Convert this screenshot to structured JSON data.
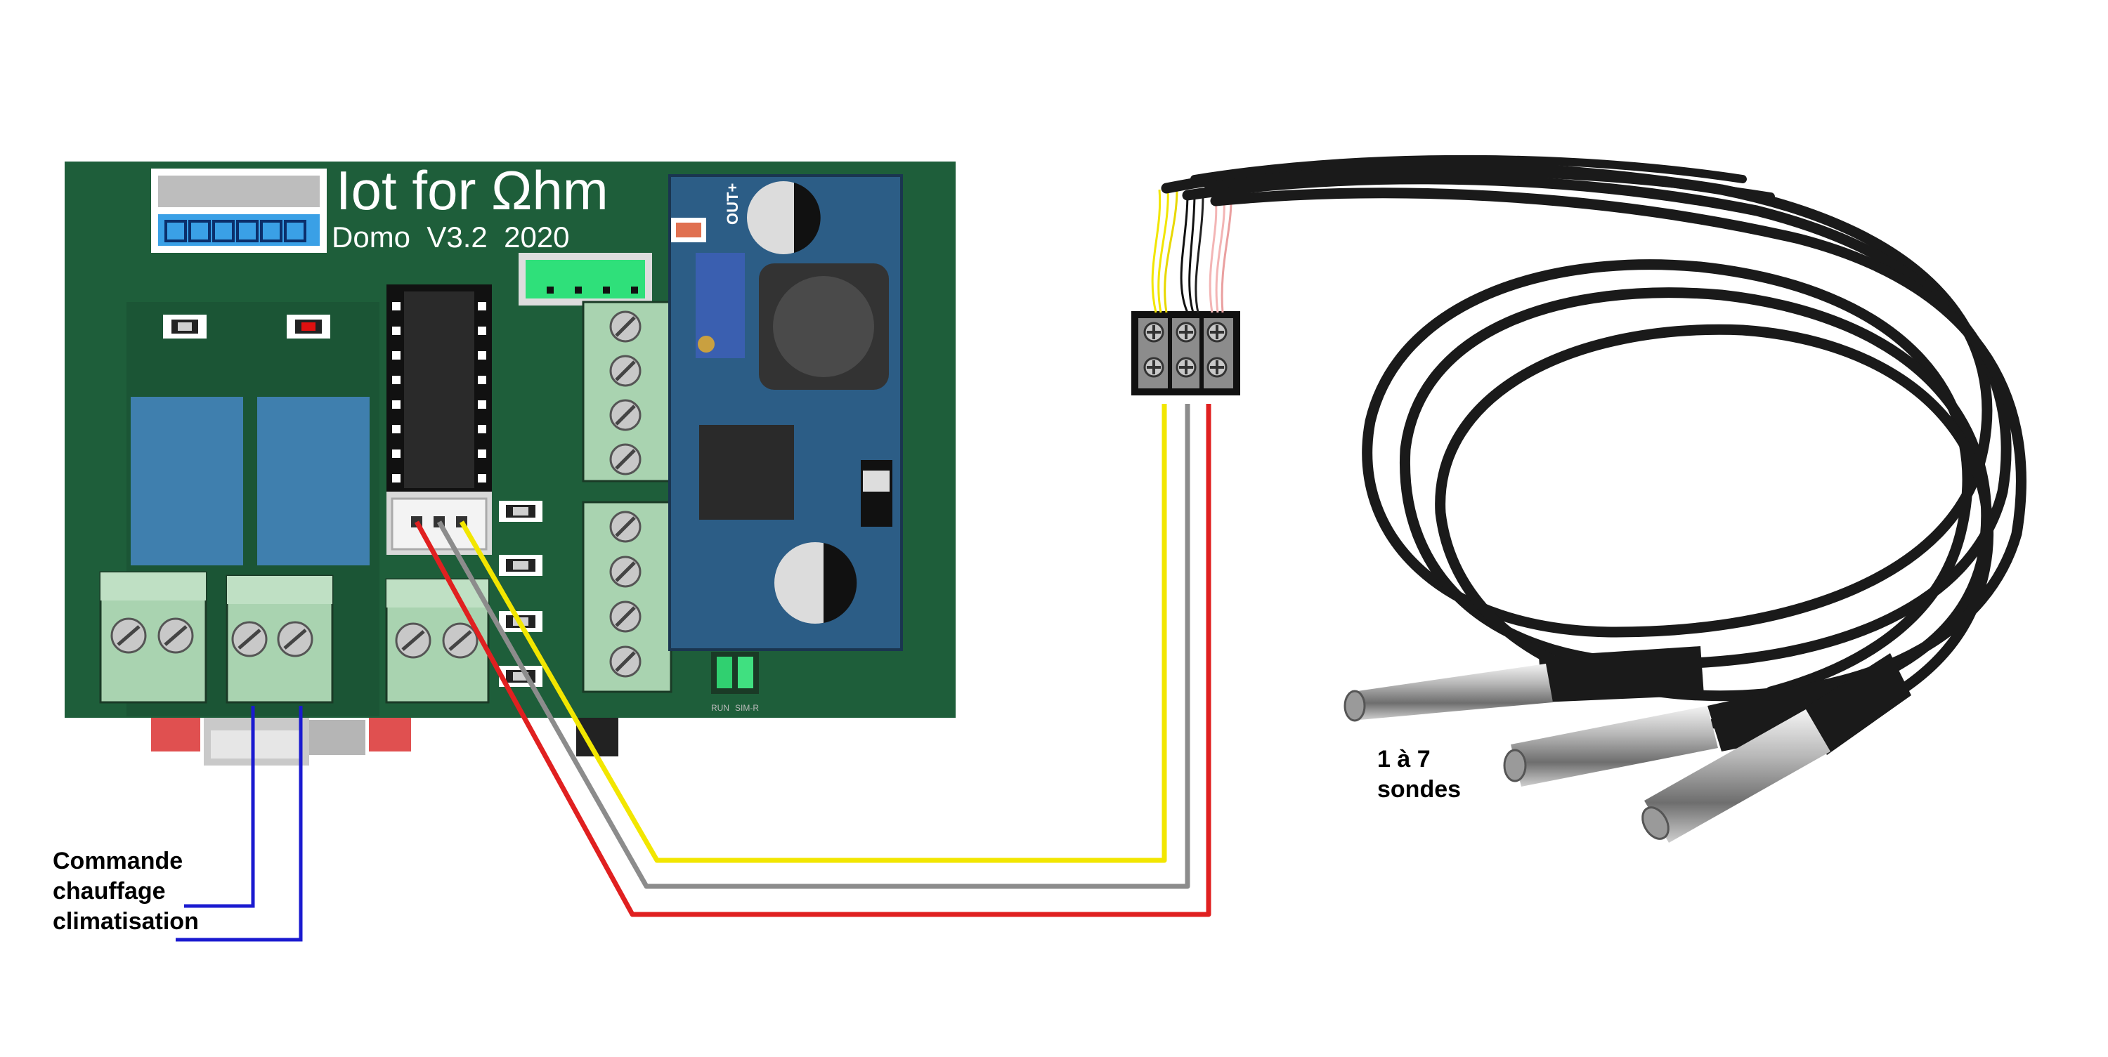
{
  "board": {
    "brand": "Iot for Ωhm",
    "model": "Domo  V3.2  2020",
    "module_label": "OUT+",
    "led_labels": [
      "RUN",
      "SIM-R"
    ]
  },
  "wires": {
    "sensor_bus": [
      "yellow",
      "grey",
      "red"
    ],
    "command": [
      "blue",
      "blue"
    ]
  },
  "colors": {
    "pcb": "#1e5e3a",
    "relay": "#3f7fae",
    "terminal": "#a9d3b0",
    "module": "#2c5d86",
    "wire_yellow": "#f2e600",
    "wire_grey": "#8c8c8c",
    "wire_red": "#e02020",
    "wire_blue": "#1a1ad0",
    "cable": "#1a1a1a"
  },
  "labels": {
    "command": [
      "Commande",
      "chauffage",
      "climatisation"
    ],
    "sensors": [
      "1 à 7",
      "sondes"
    ]
  }
}
